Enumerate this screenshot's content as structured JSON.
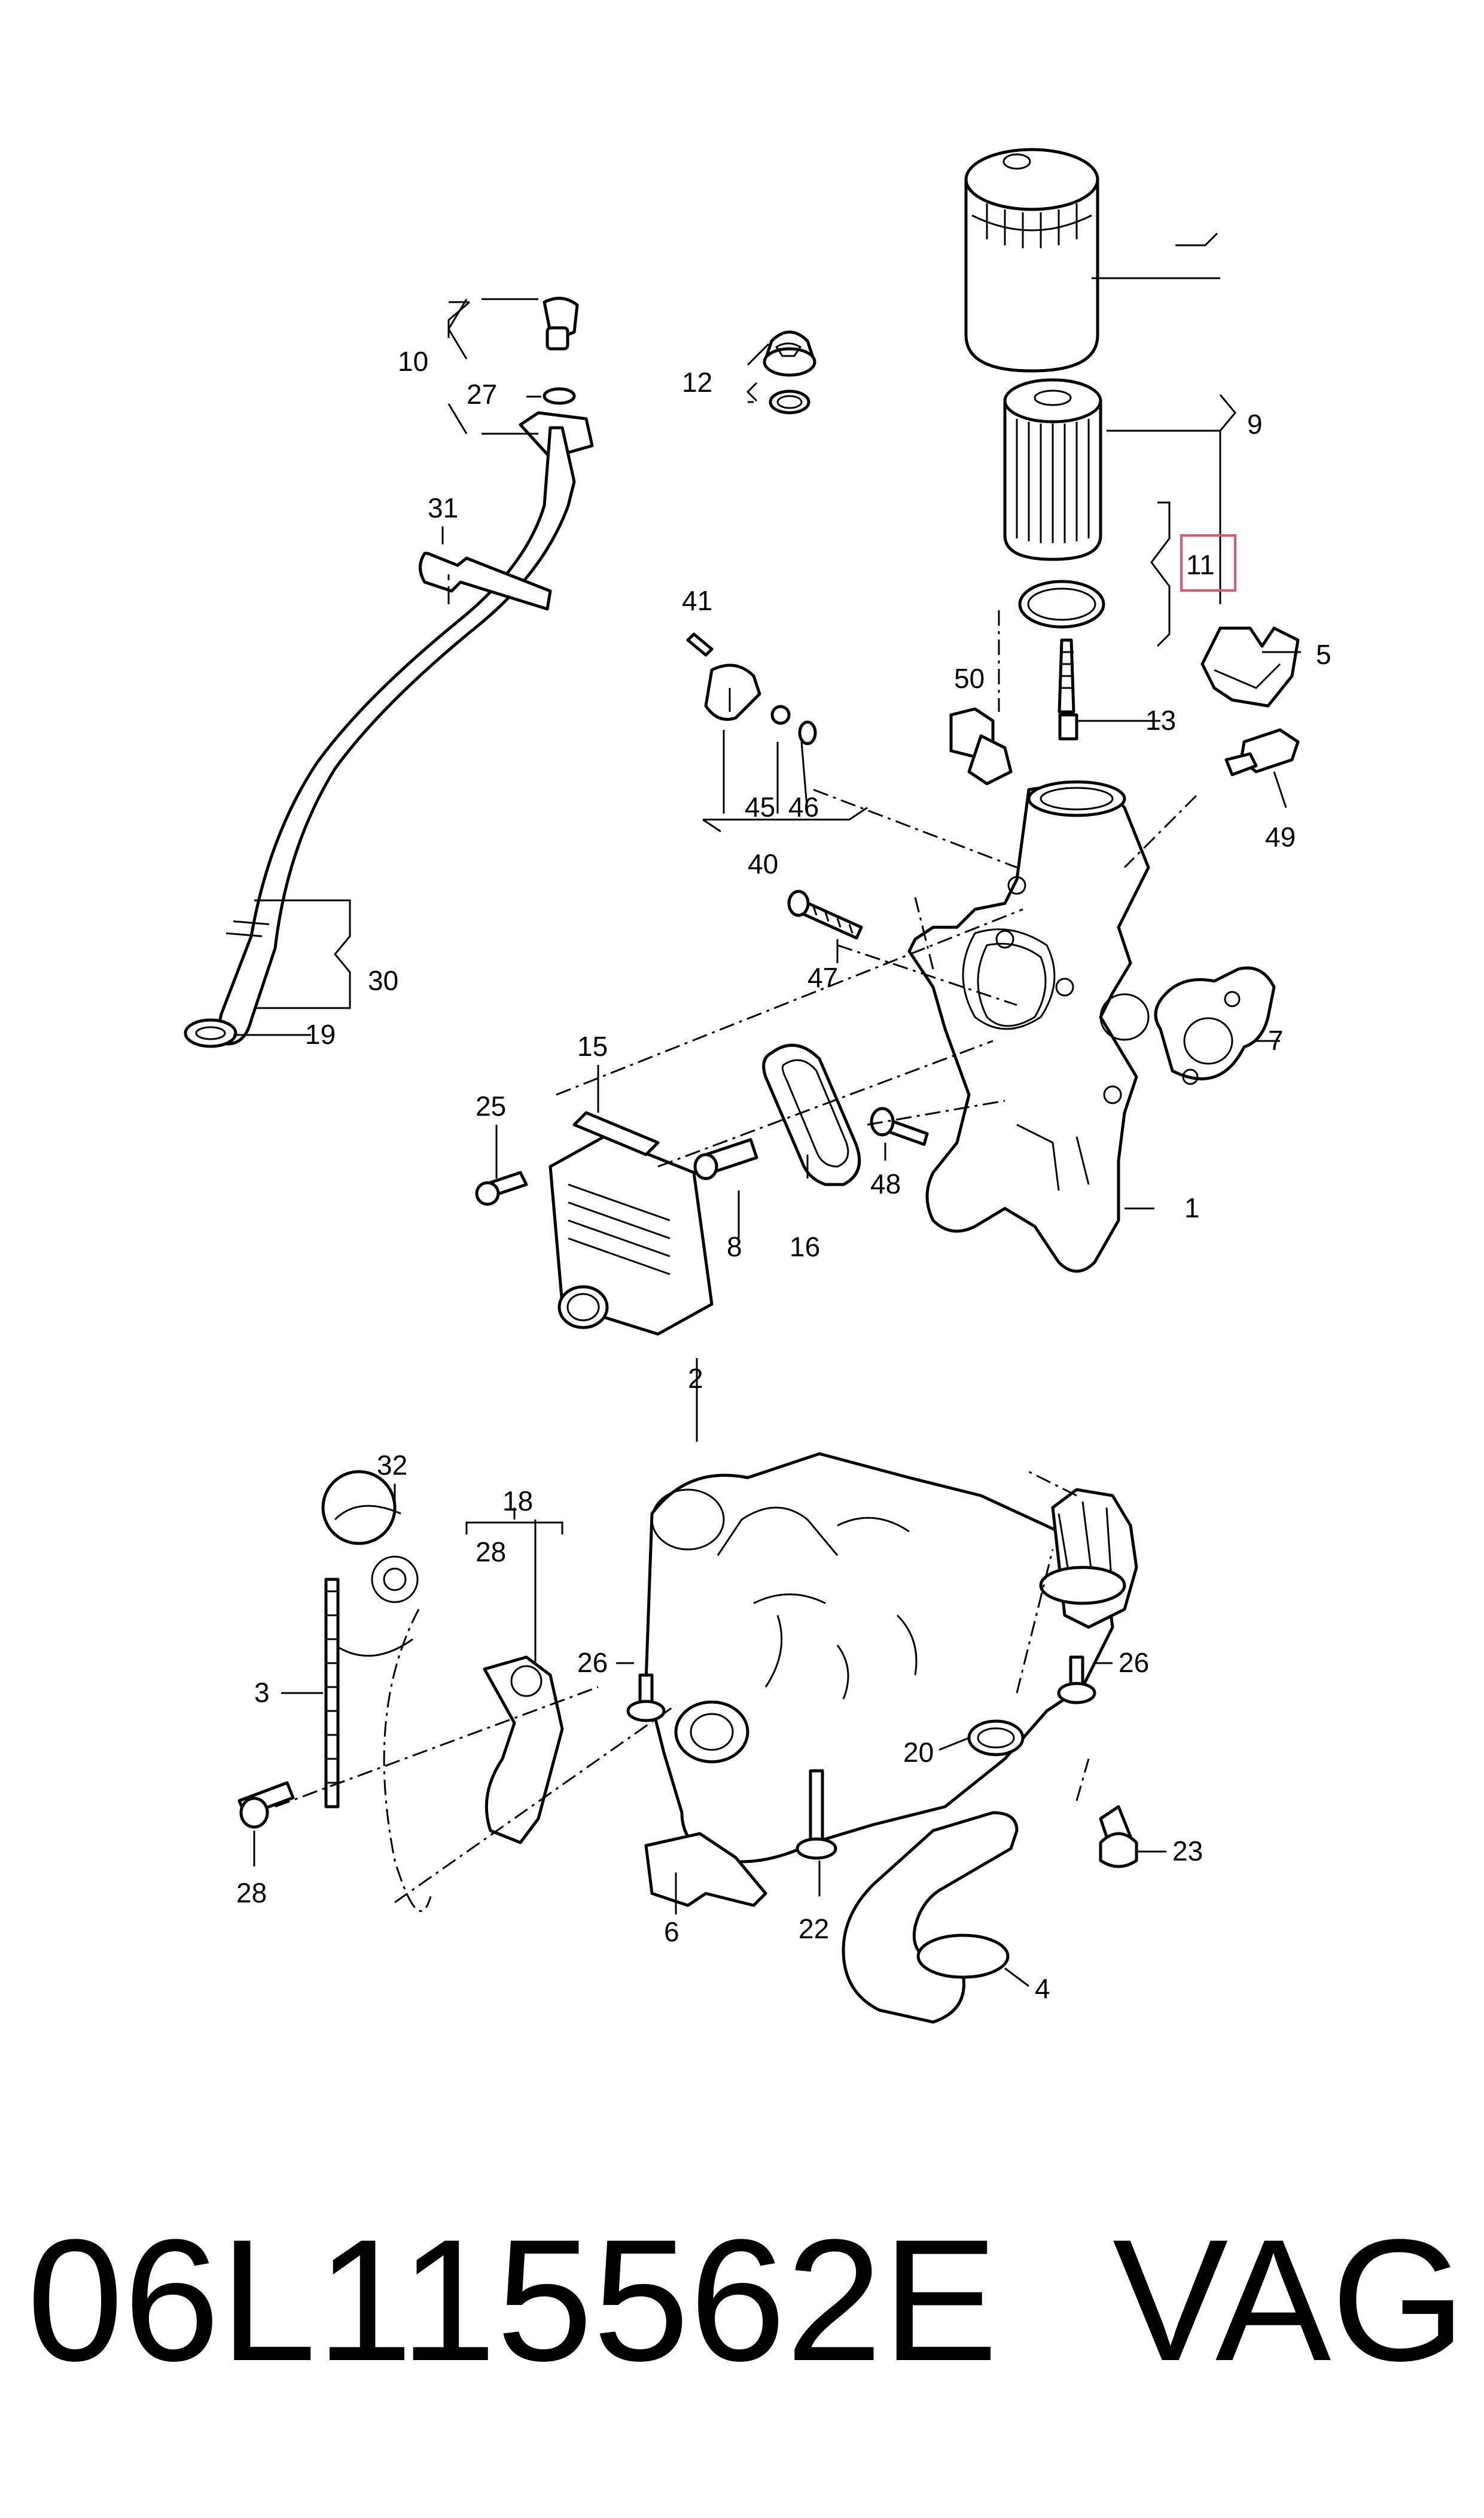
{
  "labels": {
    "l1": "1",
    "l2": "2",
    "l3": "3",
    "l4": "4",
    "l5": "5",
    "l6": "6",
    "l7": "7",
    "l8": "8",
    "l9": "9",
    "l10": "10",
    "l11": "11",
    "l12": "12",
    "l13": "13",
    "l15": "15",
    "l16": "16",
    "l18": "18",
    "l19": "19",
    "l20": "20",
    "l22": "22",
    "l23": "23",
    "l25": "25",
    "l26a": "26",
    "l26b": "26",
    "l27": "27",
    "l28a": "28",
    "l28b": "28",
    "l30": "30",
    "l31": "31",
    "l32": "32",
    "l40": "40",
    "l41": "41",
    "l45": "45",
    "l46": "46",
    "l47": "47",
    "l48": "48",
    "l49": "49",
    "l50": "50"
  },
  "highlight": {
    "label": "11",
    "color": "#e8556a"
  },
  "footer": {
    "part_number": "06L115562E",
    "brand": "VAG"
  }
}
